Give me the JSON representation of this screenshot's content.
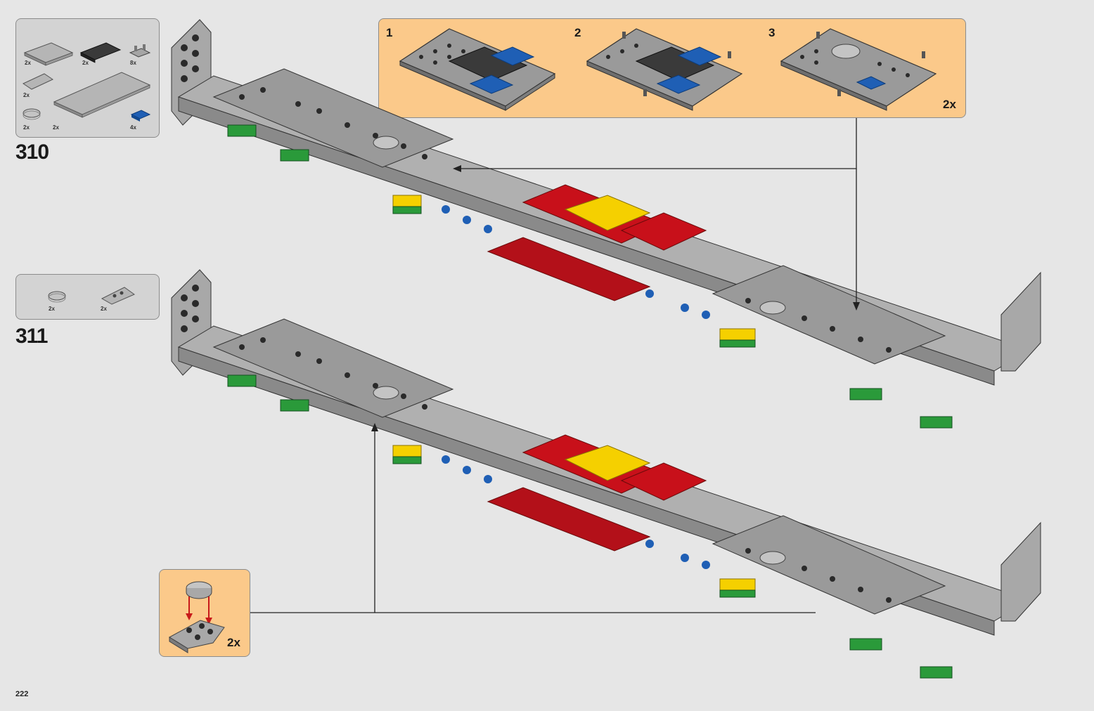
{
  "steps": [
    {
      "number": "310",
      "parts": [
        {
          "qty": "2x",
          "icon": "gray-plate-4x6-icon"
        },
        {
          "qty": "2x",
          "icon": "black-plate-icon"
        },
        {
          "qty": "8x",
          "icon": "clip-plate-icon"
        },
        {
          "qty": "2x",
          "icon": "wedge-plate-icon"
        },
        {
          "qty": "2x",
          "icon": "round-tile-icon"
        },
        {
          "qty": "2x",
          "icon": "gray-plate-long-icon"
        },
        {
          "qty": "4x",
          "icon": "blue-tile-icon"
        }
      ],
      "subassembly": {
        "substeps": [
          "1",
          "2",
          "3"
        ],
        "multiplier": "2x"
      }
    },
    {
      "number": "311",
      "parts": [
        {
          "qty": "2x",
          "icon": "round-tile-icon"
        },
        {
          "qty": "2x",
          "icon": "wedge-plate-icon"
        }
      ],
      "callout": {
        "multiplier": "2x"
      }
    }
  ],
  "page_number": "222",
  "colors": {
    "background": "#e6e6e6",
    "callout_orange": "#fbc98a",
    "parts_box": "#d3d3d3",
    "lego_gray": "#a0a0a0",
    "lego_dark": "#3a3a3a",
    "lego_red": "#c8101a",
    "lego_yellow": "#f5d000",
    "lego_green": "#2a9a3a",
    "lego_blue": "#1f5fb5"
  }
}
